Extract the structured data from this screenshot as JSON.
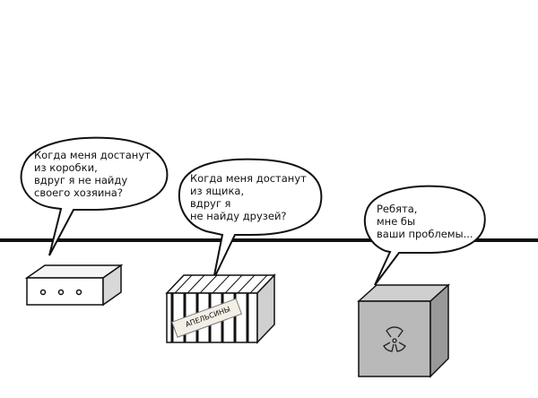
{
  "bubbles": [
    {
      "text": "Когда меня достанут\nиз коробки,\nвдруг я не найду\nсвоего хозяина?"
    },
    {
      "text": "Когда меня достанут\nиз ящика,\nвдруг я\nне найду друзей?"
    },
    {
      "text": "Ребята,\nмне бы\nваши проблемы..."
    }
  ],
  "crate_label": "АПЕЛЬСИНЫ"
}
